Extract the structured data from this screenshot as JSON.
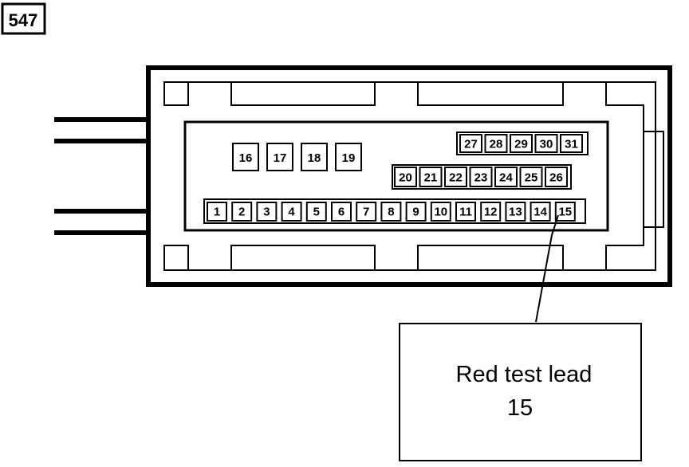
{
  "figure_id": "547",
  "callout": {
    "line1": "Red test lead",
    "line2": "15",
    "target_pin": "15"
  },
  "pins": {
    "row_bottom": [
      "1",
      "2",
      "3",
      "4",
      "5",
      "6",
      "7",
      "8",
      "9",
      "10",
      "11",
      "12",
      "13",
      "14",
      "15"
    ],
    "row_middle": [
      "20",
      "21",
      "22",
      "23",
      "24",
      "25",
      "26"
    ],
    "row_top": [
      "27",
      "28",
      "29",
      "30",
      "31"
    ],
    "row_left": [
      "16",
      "17",
      "18",
      "19"
    ]
  },
  "colors": {
    "line": "#000000",
    "background": "#ffffff"
  }
}
